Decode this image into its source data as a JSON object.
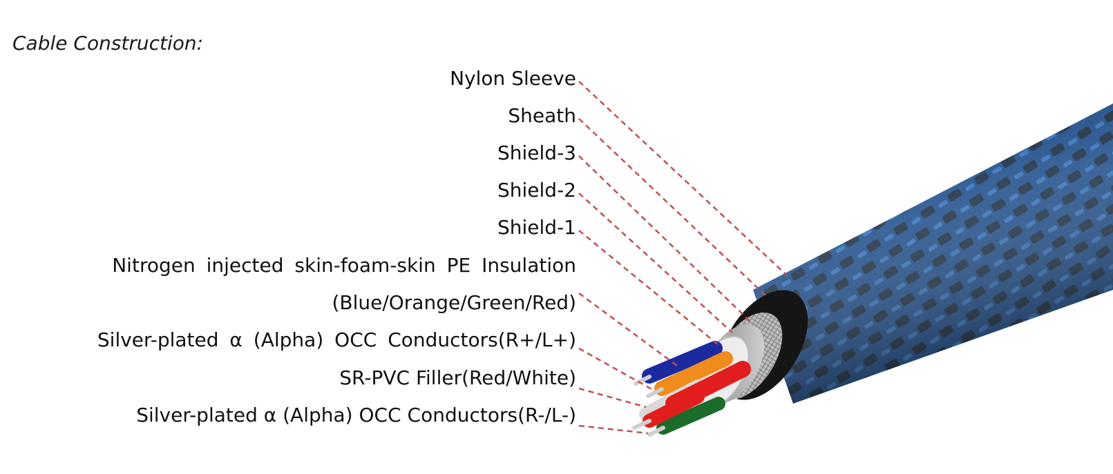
{
  "heading": "Cable Construction:",
  "labels": [
    "Nylon Sleeve",
    "Sheath",
    "Shield-3",
    "Shield-2",
    "Shield-1",
    "Nitrogen injected skin-foam-skin PE Insulation",
    "(Blue/Orange/Green/Red)",
    "Silver-plated α (Alpha) OCC Conductors(R+/L+)",
    "SR-PVC Filler(Red/White)",
    "Silver-plated α (Alpha) OCC Conductors(R-/L-)"
  ],
  "colors": {
    "leader_line": "#c0504d",
    "sleeve_blue": "#1f4f8c",
    "sleeve_dark": "#1b2a3c",
    "sheath": "#151515",
    "conductor_blue": "#1c2aa0",
    "conductor_orange": "#f08c1c",
    "conductor_green": "#1b6b2a",
    "conductor_red": "#e21d1d",
    "filler_white": "#d9d9d9"
  }
}
